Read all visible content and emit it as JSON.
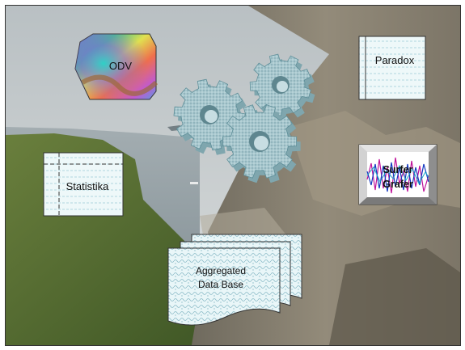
{
  "labels": {
    "odv": "ODV",
    "paradox": "Paradox",
    "statistika": "Statistika",
    "surfer": "Surfer",
    "grafer": "Grafer",
    "db_line1": "Aggregated",
    "db_line2": "Data Base"
  },
  "colors": {
    "sky": "#c9cfd1",
    "sea": "#8e9ba1",
    "cliff": "#8a8272",
    "grass": "#4f6b2e",
    "gear": "#a9c6cd",
    "panel": "#e6f4f6",
    "pattern": "#7fb2bf"
  }
}
